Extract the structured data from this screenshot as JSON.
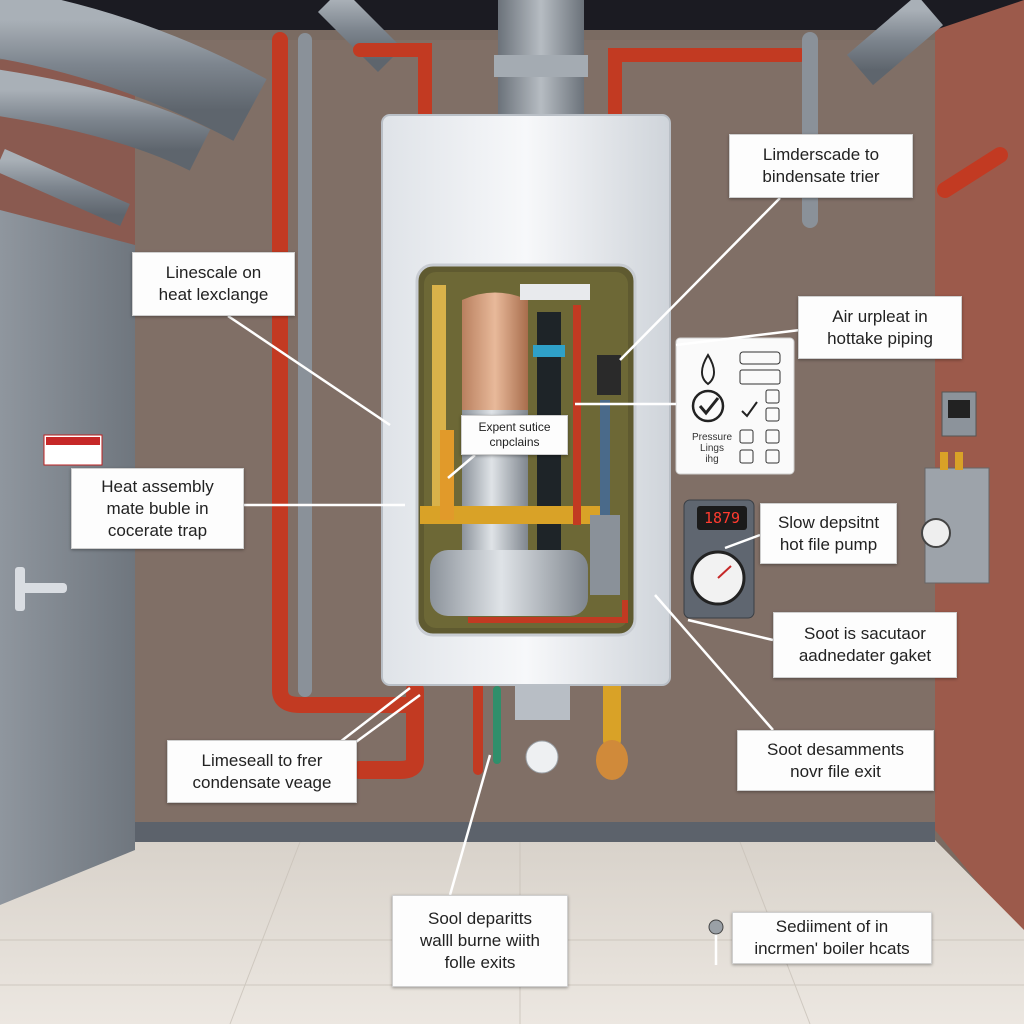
{
  "callouts": {
    "top_right": [
      "Limderscade to",
      "bindensate trier"
    ],
    "left_upper": [
      "Linescale on",
      "heat lexclange"
    ],
    "right_air": [
      "Air urpleat in",
      "hottake piping"
    ],
    "center_inner": [
      "Expent sutice",
      "cnpclains"
    ],
    "left_heat": [
      "Heat assembly",
      "mate buble in",
      "cocerate trap"
    ],
    "right_slow": [
      "Slow depsitnt",
      "hot file pump"
    ],
    "right_soot": [
      "Soot is sacutaor",
      "aadnedater gaket"
    ],
    "left_lime": [
      "Limeseall to frer",
      "condensate veage"
    ],
    "right_soot2": [
      "Soot desamments",
      "novr file exit"
    ],
    "bottom_center": [
      "Sool deparitts",
      "walll burne wiith",
      "folle exits"
    ],
    "bottom_right": [
      "Sediiment of in",
      "incrmen' boiler hcats"
    ]
  },
  "checklist_panel": {
    "text": [
      "Pressure",
      "Lings",
      "ihg"
    ]
  },
  "gauge_display": "1879",
  "icons": [
    "flame-icon",
    "checkmark-icon",
    "gauge-icon",
    "warning-sign",
    "door-handle-icon"
  ],
  "colors": {
    "wall": "#7a6b62",
    "boiler": "#e9ebee",
    "red_pipe": "#c23a22",
    "copper_pipe": "#c8742a",
    "brass": "#d9a227",
    "duct": "#8a9199"
  }
}
